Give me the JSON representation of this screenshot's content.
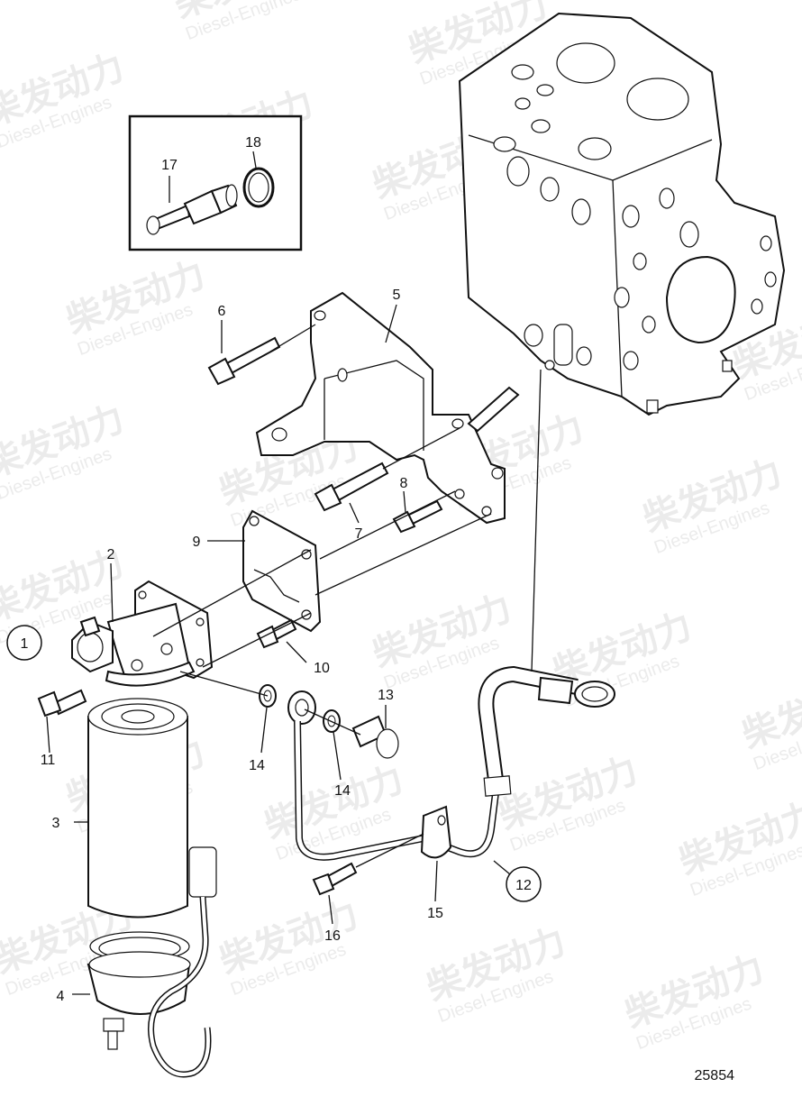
{
  "diagram_id": "25854",
  "watermark": {
    "cn": "柴发动力",
    "en": "Diesel-Engines"
  },
  "callouts": {
    "c1": "1",
    "c2": "2",
    "c3": "3",
    "c4": "4",
    "c5": "5",
    "c6": "6",
    "c7": "7",
    "c8": "8",
    "c9": "9",
    "c10": "10",
    "c11": "11",
    "c12": "12",
    "c13": "13",
    "c14a": "14",
    "c14b": "14",
    "c15": "15",
    "c16": "16",
    "c17": "17",
    "c18": "18"
  }
}
